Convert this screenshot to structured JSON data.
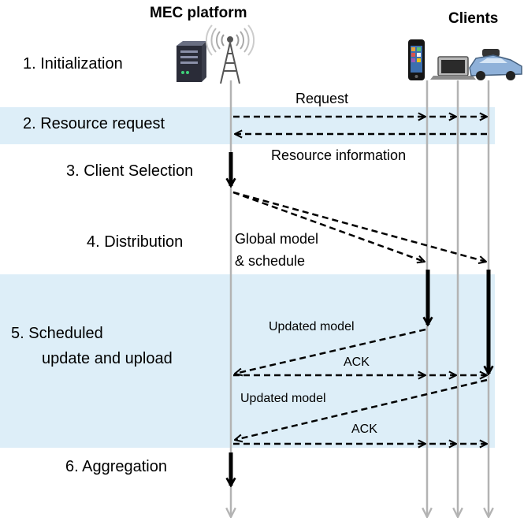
{
  "headers": {
    "platform": "MEC platform",
    "clients": "Clients"
  },
  "steps": {
    "s1": "1. Initialization",
    "s2": "2. Resource request",
    "s3": "3. Client Selection",
    "s4": "4. Distribution",
    "s5_line1": "5. Scheduled",
    "s5_line2": "update and upload",
    "s6": "6. Aggregation"
  },
  "messages": {
    "request": "Request",
    "resource_info": "Resource information",
    "global_model_1": "Global model",
    "global_model_2": "& schedule",
    "updated_model_1": "Updated model",
    "ack_1": "ACK",
    "updated_model_2": "Updated model",
    "ack_2": "ACK"
  },
  "icons": {
    "server": "server-icon",
    "antenna": "antenna-tower-icon",
    "phone": "smartphone-icon",
    "laptop": "laptop-icon",
    "car": "car-icon"
  },
  "colors": {
    "band": "#ddeef8",
    "lifeline": "#b3b3b3",
    "arrow": "#000000"
  }
}
